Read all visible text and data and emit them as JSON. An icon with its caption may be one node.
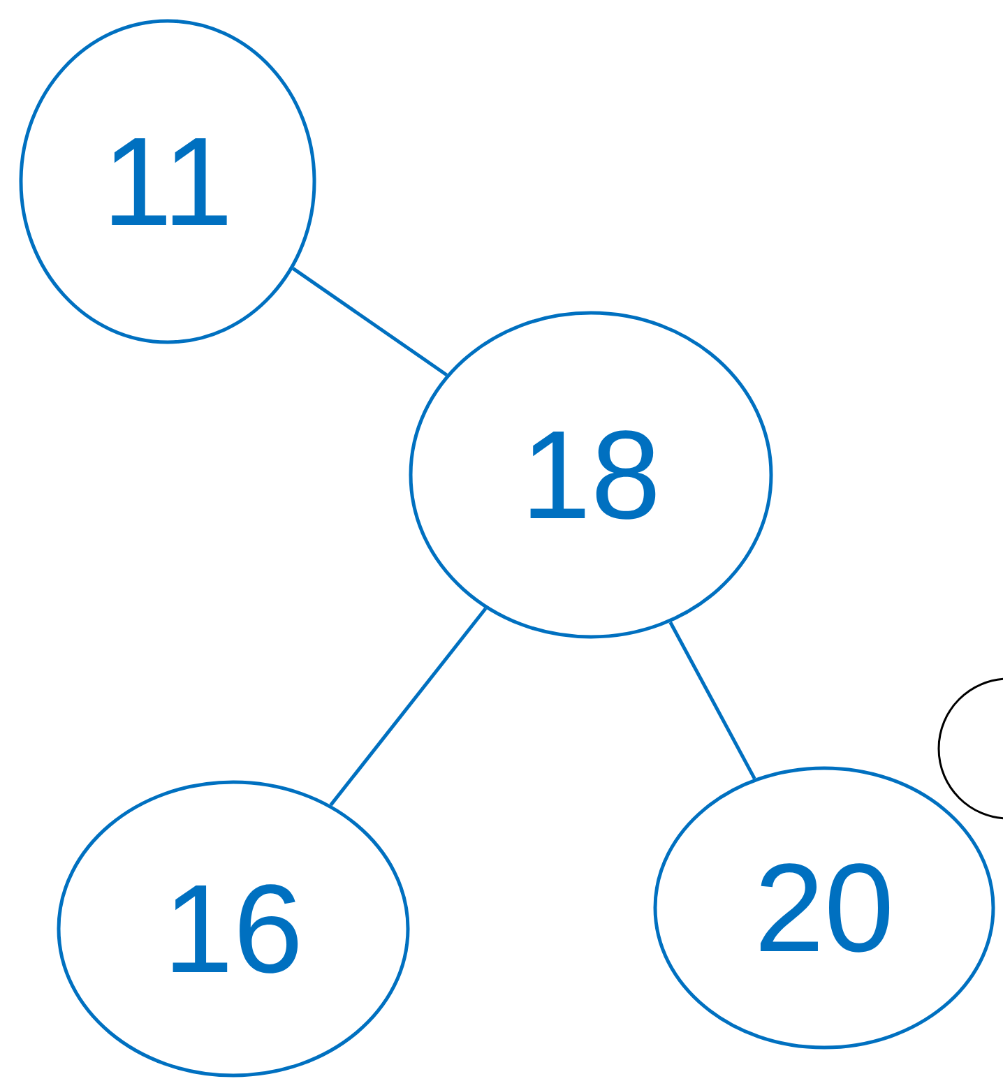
{
  "diagram": {
    "nodes": [
      {
        "text": [
          "11"
        ]
      },
      {
        "text": [
          "18"
        ]
      },
      {
        "text": [
          "16"
        ]
      },
      {
        "text": [
          "20"
        ]
      },
      {
        "text": [],
        "shape": "circle"
      }
    ],
    "edges": [
      {
        "from": 0,
        "to": 1,
        "arrow": "none"
      },
      {
        "from": 1,
        "to": 2,
        "arrow": "none"
      },
      {
        "from": 1,
        "to": 3,
        "arrow": "none"
      }
    ]
  }
}
